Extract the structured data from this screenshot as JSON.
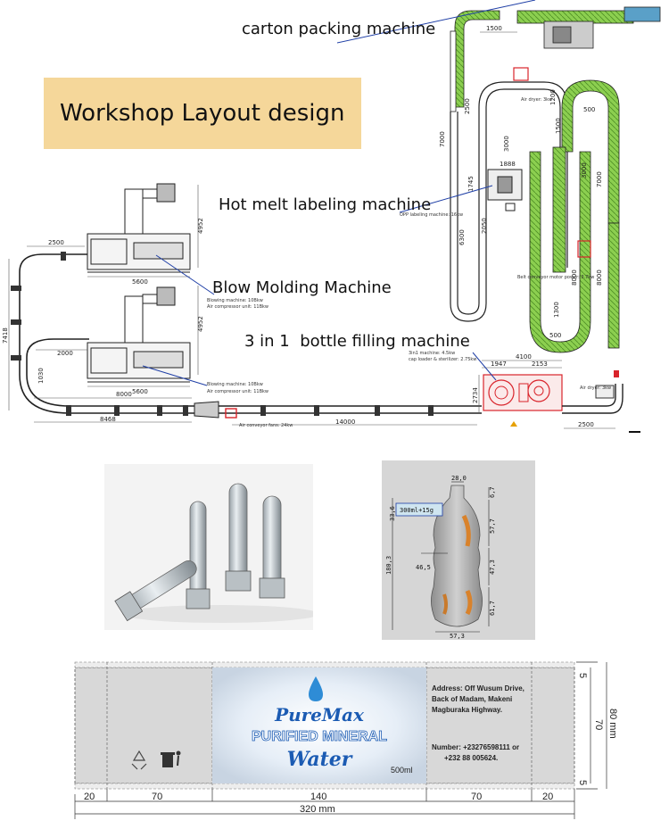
{
  "labels": {
    "carton": "carton packing machine",
    "title": "Workshop Layout design",
    "labeling": "Hot melt labeling machine",
    "blow": "Blow Molding Machine",
    "filling": "3 in 1  bottle filling machine"
  },
  "layout_dims": {
    "d1500": "1500",
    "d2500": "2500",
    "d5600a": "5600",
    "d5600b": "5600",
    "d4952a": "4952",
    "d4952b": "4952",
    "d2000": "2000",
    "d8000": "8000",
    "d8468": "8468",
    "d7418": "7418",
    "d1030": "1030",
    "d14000": "14000",
    "d1947": "1947",
    "d2153": "2153",
    "d4100": "4100",
    "d2734": "2734",
    "d2500b": "2500",
    "d7000": "7000",
    "d2500c": "2500",
    "d1745": "1745",
    "d1888": "1888",
    "d3000": "3000",
    "d500a": "500",
    "d500b": "500",
    "d1200": "1200",
    "d8000b": "8000",
    "d7000b": "7000",
    "d3000b": "3000",
    "d6300": "6300",
    "d2050": "2050",
    "d1500b": "1500",
    "d8000c": "8000",
    "d1300": "1300"
  },
  "layout_notes": {
    "blow1a": "Blowing machine: 10Bkw",
    "blow1b": "Air compressor unit: 11Bkw",
    "blow2a": "Blowing machine: 10Bkw",
    "blow2b": "Air compressor unit: 11Bkw",
    "fans": "Air conveyor fans: 24kw",
    "filling_a": "3in1 machine: 4.5kw",
    "filling_b": "cap loader & sterilizer: 2.75kw",
    "labeling": "OPP labeling machine: 16kw",
    "dryer1": "Air dryer: 3kw",
    "dryer2": "Air dryer: 3kw",
    "belt": "Belt conveyor motor power: 3.7kw"
  },
  "bottle_spec": {
    "capacity": "300ml+15g",
    "d28": "28,0",
    "d6_7": "6,7",
    "d33_6": "33,6",
    "d57_7": "57,7",
    "d46_5": "46,5",
    "d47_3": "47,3",
    "d180_3": "180,3",
    "d61_7": "61,7",
    "d57_3": "57,3"
  },
  "water_label": {
    "brand_line1": "PureMax",
    "brand_line2": "PURIFIED MINERAL",
    "brand_line3": "Water",
    "volume": "500ml",
    "address": [
      "Address: Off Wusum Drive,",
      "Back of Madam, Makeni",
      "Magburaka Highway."
    ],
    "phone": [
      "Number: +23276598111 or",
      "+232 88 005624."
    ],
    "dim_segments": [
      "20",
      "70",
      "140",
      "70",
      "20"
    ],
    "dim_total": "320 mm",
    "dim_height": "80 mm",
    "dim_inner_height": "70",
    "dim_margin_top": "5",
    "dim_margin_bottom": "5"
  },
  "colors": {
    "conveyor_green": "#7cc242",
    "title_bg": "#f5d79a",
    "machine_red": "#d9242b",
    "callout_line": "#1f3fa6",
    "brand_blue": "#1b5bb3"
  }
}
